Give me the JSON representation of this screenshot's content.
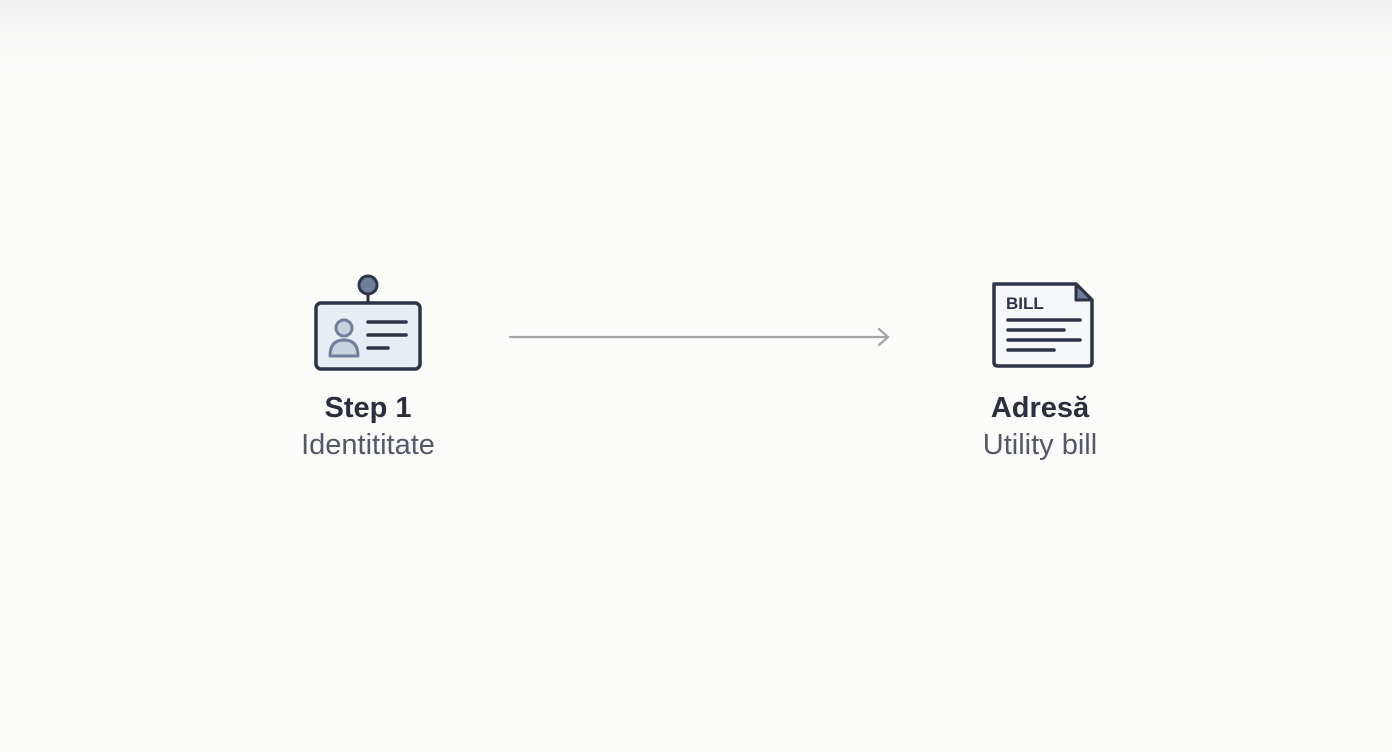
{
  "steps": [
    {
      "icon": "id-card-icon",
      "title": "Step 1",
      "subtitle": "Identititate"
    },
    {
      "icon": "bill-document-icon",
      "title": "Adresă",
      "subtitle": "Utility bill",
      "icon_text": "BILL"
    }
  ],
  "colors": {
    "icon_stroke": "#2e3447",
    "icon_fill": "#e8edf3",
    "avatar": "#6f7f99",
    "arrow": "#a3a7a8",
    "title_text": "#2b2e3b",
    "subtitle_text": "#555866"
  }
}
